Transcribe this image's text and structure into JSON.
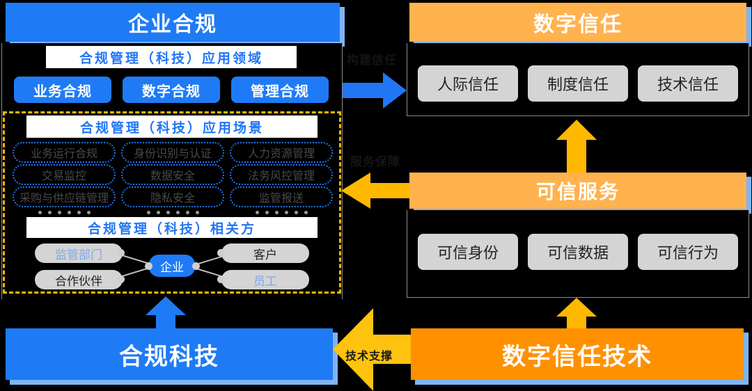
{
  "left": {
    "header": "企业合规",
    "domain_caption": "合规管理（科技）应用领域",
    "domains": [
      "业务合规",
      "数字合规",
      "管理合规"
    ],
    "scenario_caption": "合规管理（科技）应用场景",
    "scenarios": {
      "col1": [
        "业务运行合规",
        "交易监控",
        "采购与供应链管理"
      ],
      "col2": [
        "身份识别与认证",
        "数据安全",
        "隐私安全"
      ],
      "col3": [
        "人力资源管理",
        "法务风控管理",
        "监管报送"
      ]
    },
    "stakeholder_caption": "合规管理（科技）相关方",
    "stakeholders": {
      "center": "企业",
      "top_left": "监管部门",
      "bottom_left": "合作伙伴",
      "top_right": "客户",
      "bottom_right": "员工"
    },
    "footer_banner": "合规科技"
  },
  "right": {
    "trust_header": "数字信任",
    "trust_items": [
      "人际信任",
      "制度信任",
      "技术信任"
    ],
    "service_header": "可信服务",
    "service_items": [
      "可信身份",
      "可信数据",
      "可信行为"
    ],
    "footer_banner": "数字信任技术"
  },
  "arrows": {
    "build_trust": "构建信任",
    "service_guarantee": "服务保障",
    "tech_support": "技术支撑"
  },
  "colors": {
    "blue": "#1F7BF5",
    "blue_shadow": "#7FB4F7",
    "orange_header": "#FFB24D",
    "orange_solid": "#FF9100",
    "yellow_arrow": "#FFB800",
    "dashed_border": "#FFB800",
    "grey_pill": "#D4D4D4",
    "panel_border": "#8C8C8C"
  }
}
